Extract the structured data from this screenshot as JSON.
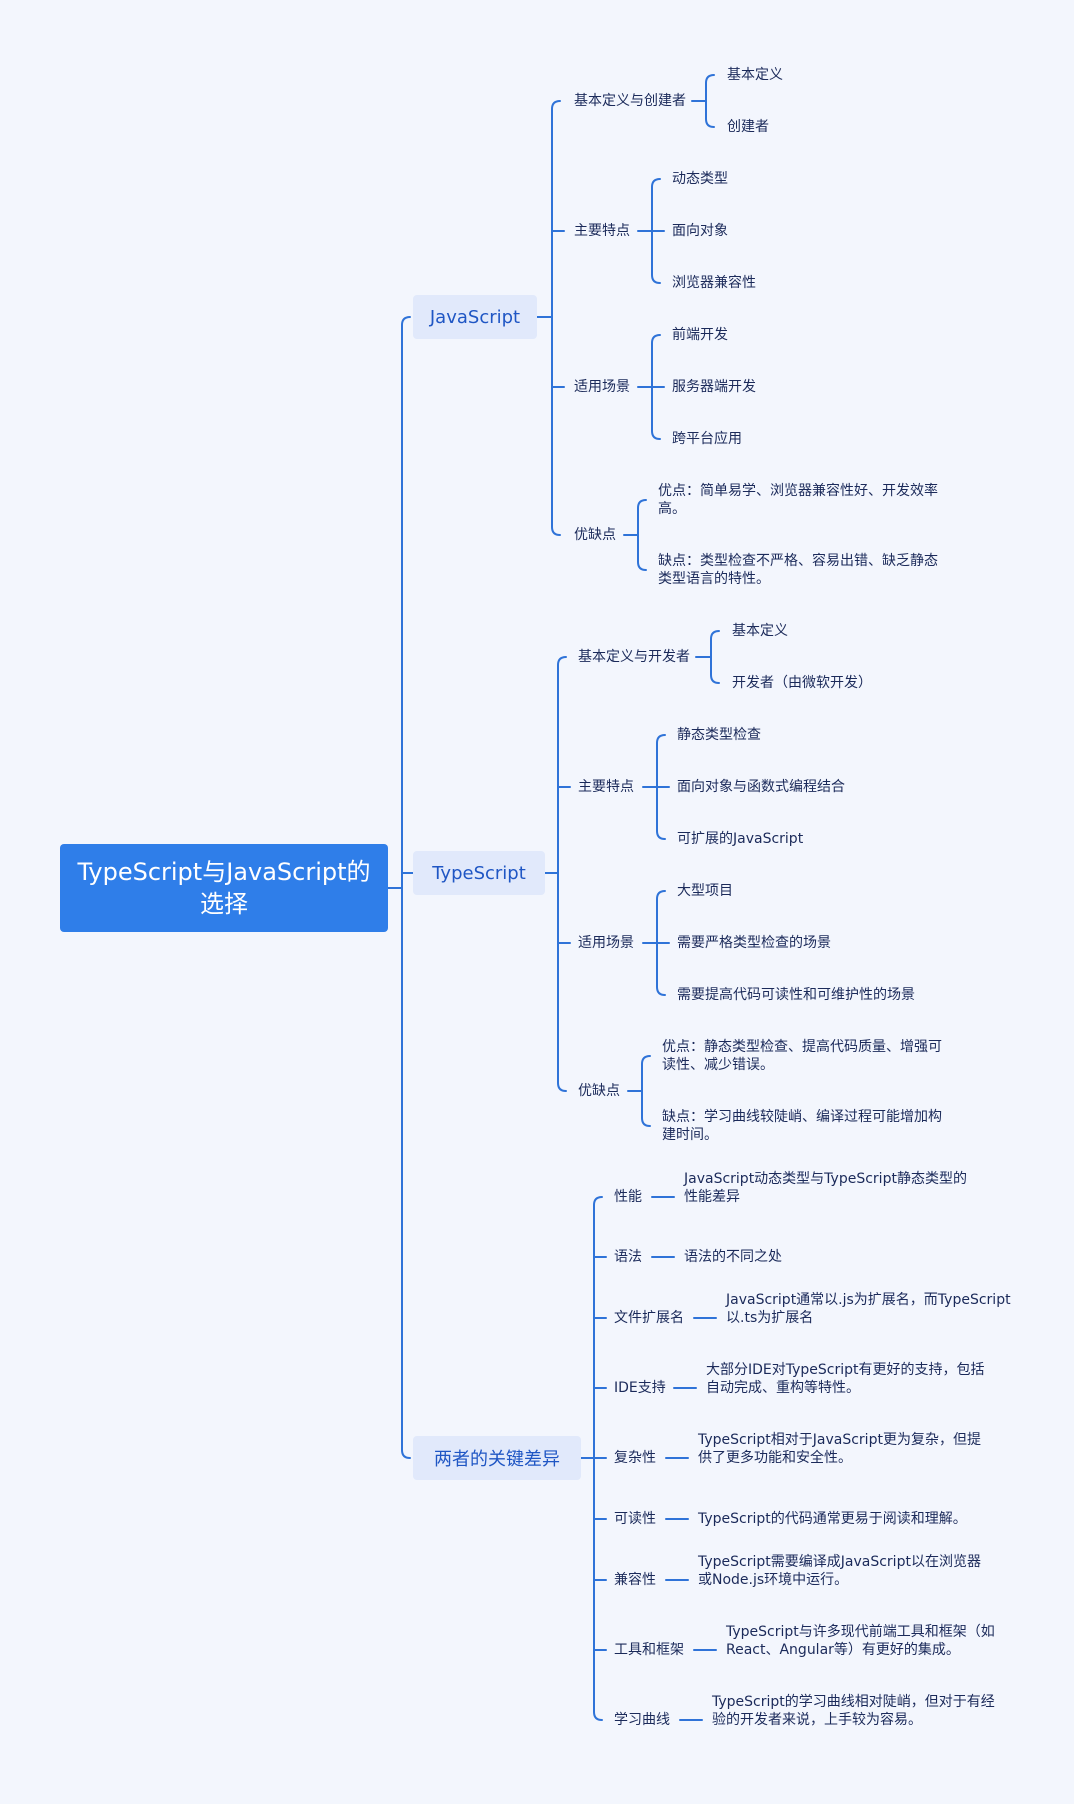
{
  "root": "TypeScript与JavaScript的选择",
  "javascript": {
    "label": "JavaScript",
    "definition": {
      "label": "基本定义与创建者",
      "items": [
        "基本定义",
        "创建者"
      ]
    },
    "features": {
      "label": "主要特点",
      "items": [
        "动态类型",
        "面向对象",
        "浏览器兼容性"
      ]
    },
    "scenarios": {
      "label": "适用场景",
      "items": [
        "前端开发",
        "服务器端开发",
        "跨平台应用"
      ]
    },
    "proscons": {
      "label": "优缺点",
      "items": [
        "优点：简单易学、浏览器兼容性好、开发效率高。",
        "缺点：类型检查不严格、容易出错、缺乏静态类型语言的特性。"
      ]
    }
  },
  "typescript": {
    "label": "TypeScript",
    "definition": {
      "label": "基本定义与开发者",
      "items": [
        "基本定义",
        "开发者（由微软开发）"
      ]
    },
    "features": {
      "label": "主要特点",
      "items": [
        "静态类型检查",
        "面向对象与函数式编程结合",
        "可扩展的JavaScript"
      ]
    },
    "scenarios": {
      "label": "适用场景",
      "items": [
        "大型项目",
        "需要严格类型检查的场景",
        "需要提高代码可读性和可维护性的场景"
      ]
    },
    "proscons": {
      "label": "优缺点",
      "items": [
        "优点：静态类型检查、提高代码质量、增强可读性、减少错误。",
        "缺点：学习曲线较陡峭、编译过程可能增加构建时间。"
      ]
    }
  },
  "differences": {
    "label": "两者的关键差异",
    "items": [
      {
        "label": "性能",
        "detail": "JavaScript动态类型与TypeScript静态类型的性能差异"
      },
      {
        "label": "语法",
        "detail": "语法的不同之处"
      },
      {
        "label": "文件扩展名",
        "detail": "JavaScript通常以.js为扩展名，而TypeScript以.ts为扩展名"
      },
      {
        "label": "IDE支持",
        "detail": "大部分IDE对TypeScript有更好的支持，包括自动完成、重构等特性。"
      },
      {
        "label": "复杂性",
        "detail": "TypeScript相对于JavaScript更为复杂，但提供了更多功能和安全性。"
      },
      {
        "label": "可读性",
        "detail": "TypeScript的代码通常更易于阅读和理解。"
      },
      {
        "label": "兼容性",
        "detail": "TypeScript需要编译成JavaScript以在浏览器或Node.js环境中运行。"
      },
      {
        "label": "工具和框架",
        "detail": "TypeScript与许多现代前端工具和框架（如React、Angular等）有更好的集成。"
      },
      {
        "label": "学习曲线",
        "detail": "TypeScript的学习曲线相对陡峭，但对于有经验的开发者来说，上手较为容易。"
      }
    ]
  },
  "colors": {
    "line": "#2f73d8",
    "root_bg": "#2f7ee9",
    "branch_bg": "#e1e9fb",
    "background": "#f3f6fd"
  }
}
